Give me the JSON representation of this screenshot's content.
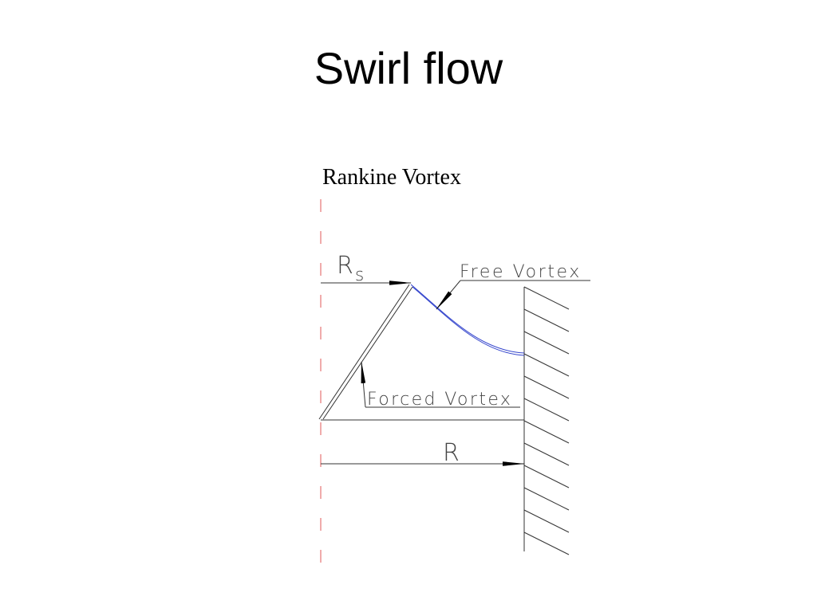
{
  "slide": {
    "title": "Swirl flow"
  },
  "diagram": {
    "subtitle": "Rankine Vortex",
    "labels": {
      "rs_main": "R",
      "rs_sub": "s",
      "free_vortex": "Free Vortex",
      "forced_vortex": "Forced Vortex",
      "r": "R"
    },
    "colors": {
      "centerline": "#e05a5a",
      "free_vortex_curve": "#3344cc",
      "lines": "#333333"
    }
  }
}
